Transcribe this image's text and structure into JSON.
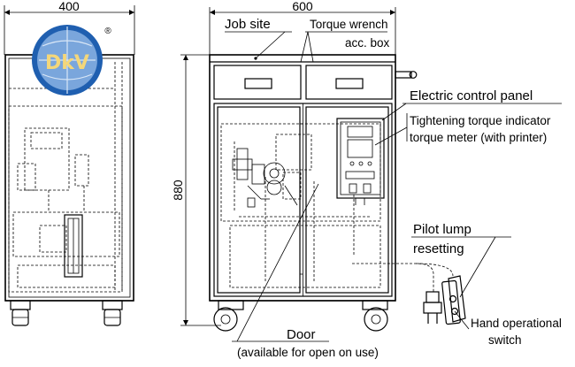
{
  "dimensions": {
    "side_width": "400",
    "front_width": "600",
    "height": "880"
  },
  "logo": {
    "text": "DkV",
    "registered_mark": "®",
    "colors": {
      "outer": "#1f5fb0",
      "inner": "#7aa6dc",
      "letters": "#f4d77a"
    }
  },
  "labels": {
    "job_site": "Job site",
    "torque_wrench": "Torque wrench",
    "acc_box": "acc. box",
    "electric_control_panel": "Electric control panel",
    "tightening_torque_indicator": "Tightening torque indicator",
    "torque_meter": "torque meter (with printer)",
    "pilot_lump": "Pilot lump",
    "resetting": "resetting",
    "door": "Door",
    "door_note": "(available for open on use)",
    "hand_operational": "Hand operational",
    "switch": "switch"
  }
}
